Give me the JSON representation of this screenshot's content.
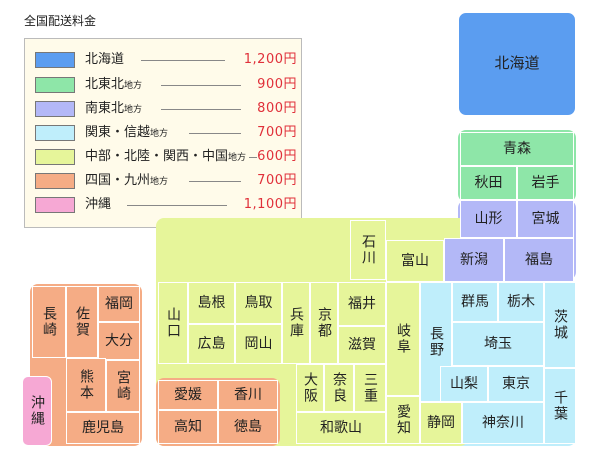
{
  "title": "全国配送料金",
  "colors": {
    "hokkaido": "#5b9df0",
    "kitatohoku": "#8ee6a8",
    "minamitohoku": "#b3b8f7",
    "kanto": "#bfeefb",
    "chubu": "#e6f59a",
    "shikoku": "#f5ac85",
    "okinawa": "#f6a8d4"
  },
  "legend": [
    {
      "name": "北海道",
      "sub": "",
      "price": "1,200円"
    },
    {
      "name": "北東北",
      "sub": "地方",
      "price": "900円"
    },
    {
      "name": "南東北",
      "sub": "地方",
      "price": "800円"
    },
    {
      "name": "関東・信越",
      "sub": "地方",
      "price": "700円"
    },
    {
      "name": "中部・北陸・関西・中国",
      "sub": "地方",
      "price": "600円"
    },
    {
      "name": "四国・九州",
      "sub": "地方",
      "price": "700円"
    },
    {
      "name": "沖縄",
      "sub": "",
      "price": "1,100円"
    }
  ],
  "prefectures": {
    "hokkaido": "北海道",
    "aomori": "青森",
    "akita": "秋田",
    "iwate": "岩手",
    "yamagata": "山形",
    "miyagi": "宮城",
    "niigata": "新潟",
    "fukushima": "福島",
    "ishikawa": "石川",
    "toyama": "富山",
    "fukui": "福井",
    "gifu": "岐阜",
    "nagano": "長野",
    "gunma": "群馬",
    "tochigi": "栃木",
    "ibaraki": "茨城",
    "saitama": "埼玉",
    "yamanashi": "山梨",
    "tokyo": "東京",
    "chiba": "千葉",
    "kanagawa": "神奈川",
    "shizuoka": "静岡",
    "aichi": "愛知",
    "shiga": "滋賀",
    "kyoto": "京都",
    "hyogo": "兵庫",
    "osaka": "大阪",
    "nara": "奈良",
    "mie": "三重",
    "wakayama": "和歌山",
    "tottori": "鳥取",
    "shimane": "島根",
    "okayama": "岡山",
    "hiroshima": "広島",
    "yamaguchi": "山口",
    "ehime": "愛媛",
    "kagawa": "香川",
    "kochi": "高知",
    "tokushima": "徳島",
    "fukuoka": "福岡",
    "saga": "佐賀",
    "nagasaki": "長崎",
    "oita": "大分",
    "kumamoto": "熊本",
    "miyazaki": "宮崎",
    "kagoshima": "鹿児島",
    "okinawa": "沖縄"
  }
}
